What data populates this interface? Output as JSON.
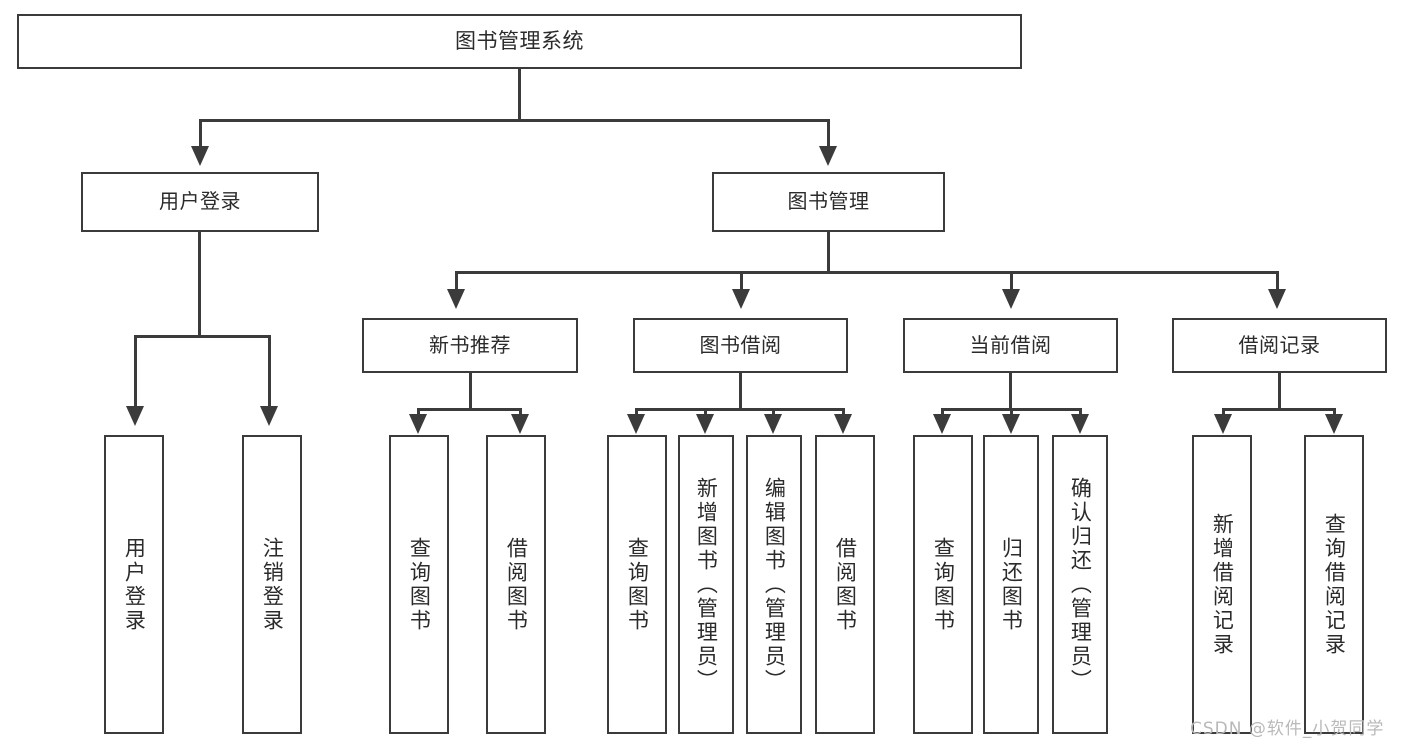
{
  "diagram": {
    "title": "图书管理系统",
    "type": "tree",
    "root": {
      "id": "root",
      "label": "图书管理系统"
    },
    "level2": [
      {
        "id": "user-login",
        "label": "用户登录"
      },
      {
        "id": "book-manage",
        "label": "图书管理"
      }
    ],
    "level3": [
      {
        "id": "new-book-rec",
        "label": "新书推荐"
      },
      {
        "id": "book-borrow",
        "label": "图书借阅"
      },
      {
        "id": "current-borrow",
        "label": "当前借阅"
      },
      {
        "id": "borrow-record",
        "label": "借阅记录"
      }
    ],
    "leaves": [
      {
        "id": "leaf-user-login",
        "label": "用户登录",
        "parent": "user-login"
      },
      {
        "id": "leaf-logout",
        "label": "注销登录",
        "parent": "user-login"
      },
      {
        "id": "leaf-query-book-1",
        "label": "查询图书",
        "parent": "new-book-rec"
      },
      {
        "id": "leaf-borrow-book-1",
        "label": "借阅图书",
        "parent": "new-book-rec"
      },
      {
        "id": "leaf-query-book-2",
        "label": "查询图书",
        "parent": "book-borrow"
      },
      {
        "id": "leaf-add-book",
        "label": "新增图书（管理员）",
        "parent": "book-borrow"
      },
      {
        "id": "leaf-edit-book",
        "label": "编辑图书（管理员）",
        "parent": "book-borrow"
      },
      {
        "id": "leaf-borrow-book-2",
        "label": "借阅图书",
        "parent": "book-borrow"
      },
      {
        "id": "leaf-query-book-3",
        "label": "查询图书",
        "parent": "current-borrow"
      },
      {
        "id": "leaf-return-book",
        "label": "归还图书",
        "parent": "current-borrow"
      },
      {
        "id": "leaf-confirm-return",
        "label": "确认归还（管理员）",
        "parent": "current-borrow"
      },
      {
        "id": "leaf-add-record",
        "label": "新增借阅记录",
        "parent": "borrow-record"
      },
      {
        "id": "leaf-query-record",
        "label": "查询借阅记录",
        "parent": "borrow-record"
      }
    ]
  },
  "watermark": {
    "text": "CSDN @软件_小贺同学"
  },
  "colors": {
    "stroke": "#3b3b3b",
    "background": "#ffffff",
    "text": "#2b2b2b",
    "watermark": "#b9b9b9"
  }
}
